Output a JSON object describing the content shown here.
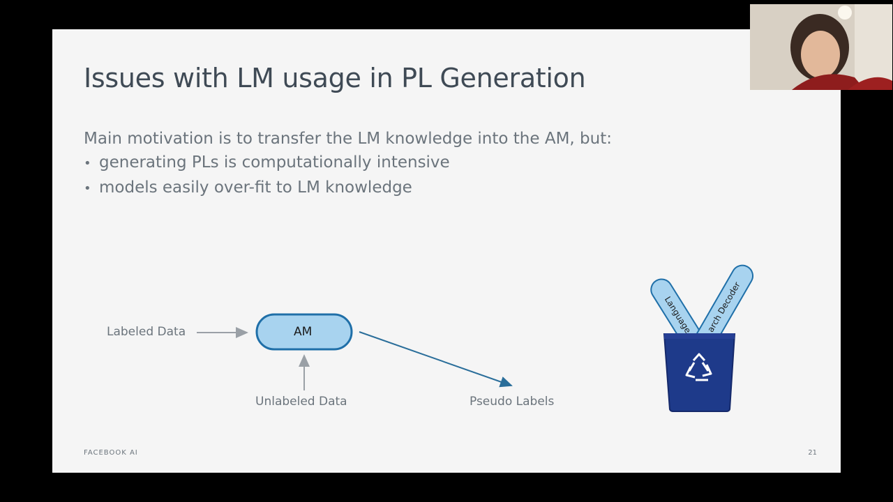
{
  "slide": {
    "title": "Issues with LM usage in PL Generation",
    "intro": "Main motivation is to transfer the LM knowledge into the AM, but:",
    "bullets": [
      "generating PLs is computationally intensive",
      "models easily over-fit to LM knowledge"
    ],
    "footer_brand": "FACEBOOK AI",
    "page_number": "21"
  },
  "diagram": {
    "labeled_data": "Labeled Data",
    "am_label": "AM",
    "unlabeled_data": "Unlabeled Data",
    "pseudo_labels": "Pseudo Labels",
    "stick_left_label": "Language M",
    "stick_right_label": "arch Decoder"
  },
  "colors": {
    "slide_bg": "#f5f5f5",
    "title": "#3f4a55",
    "text": "#6b747c",
    "am_fill": "#a8d3ef",
    "am_stroke": "#1f6fa8",
    "arrow_blue": "#2a6e9a",
    "bin_blue": "#1e3a8a"
  },
  "icons": [
    "recycle-bin-icon",
    "recycle-symbol-icon",
    "webcam-person-image"
  ]
}
